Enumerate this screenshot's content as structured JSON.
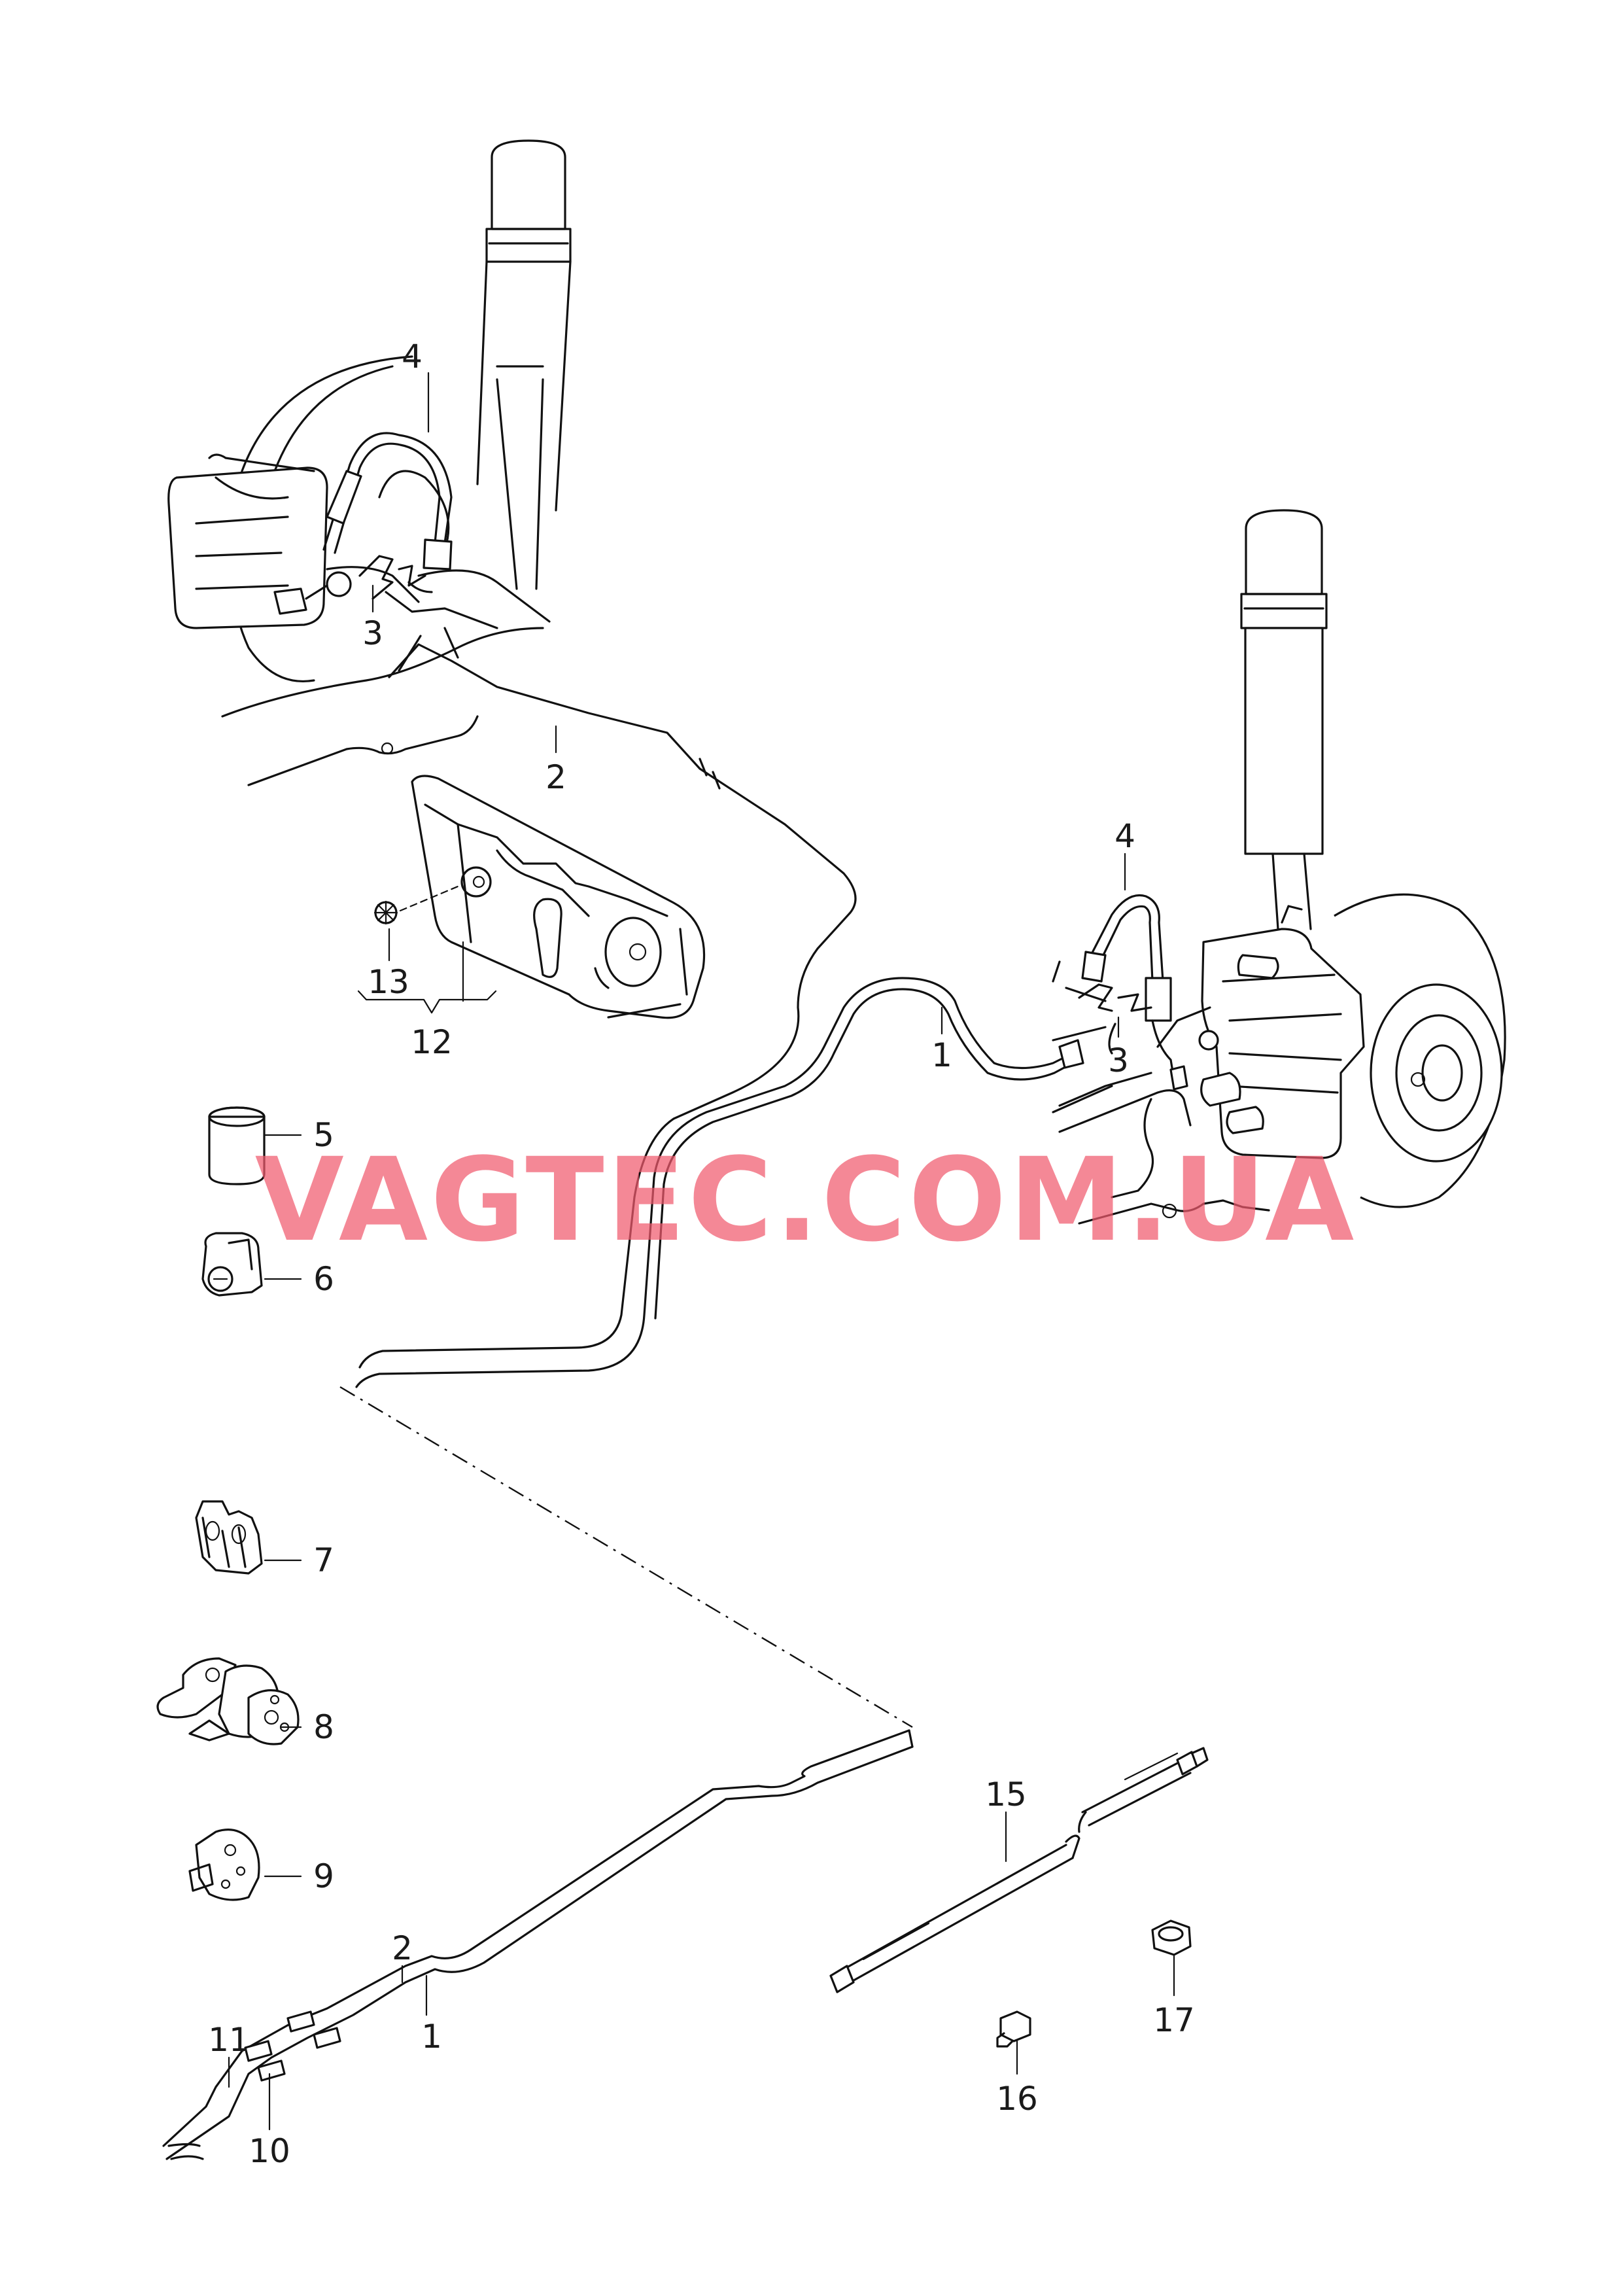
{
  "watermark": "VAGTEC.COM.UA",
  "callouts": {
    "c1_top": "1",
    "c1_bottom": "1",
    "c2_top": "2",
    "c2_bottom": "2",
    "c3_left": "3",
    "c3_right": "3",
    "c4_left": "4",
    "c4_right": "4",
    "c5": "5",
    "c6": "6",
    "c7": "7",
    "c8": "8",
    "c9": "9",
    "c10": "10",
    "c11": "11",
    "c12": "12",
    "c13": "13",
    "c15": "15",
    "c16": "16",
    "c17": "17"
  },
  "colors": {
    "line": "#111111",
    "watermark": "#f05a6e",
    "background": "#ffffff"
  }
}
